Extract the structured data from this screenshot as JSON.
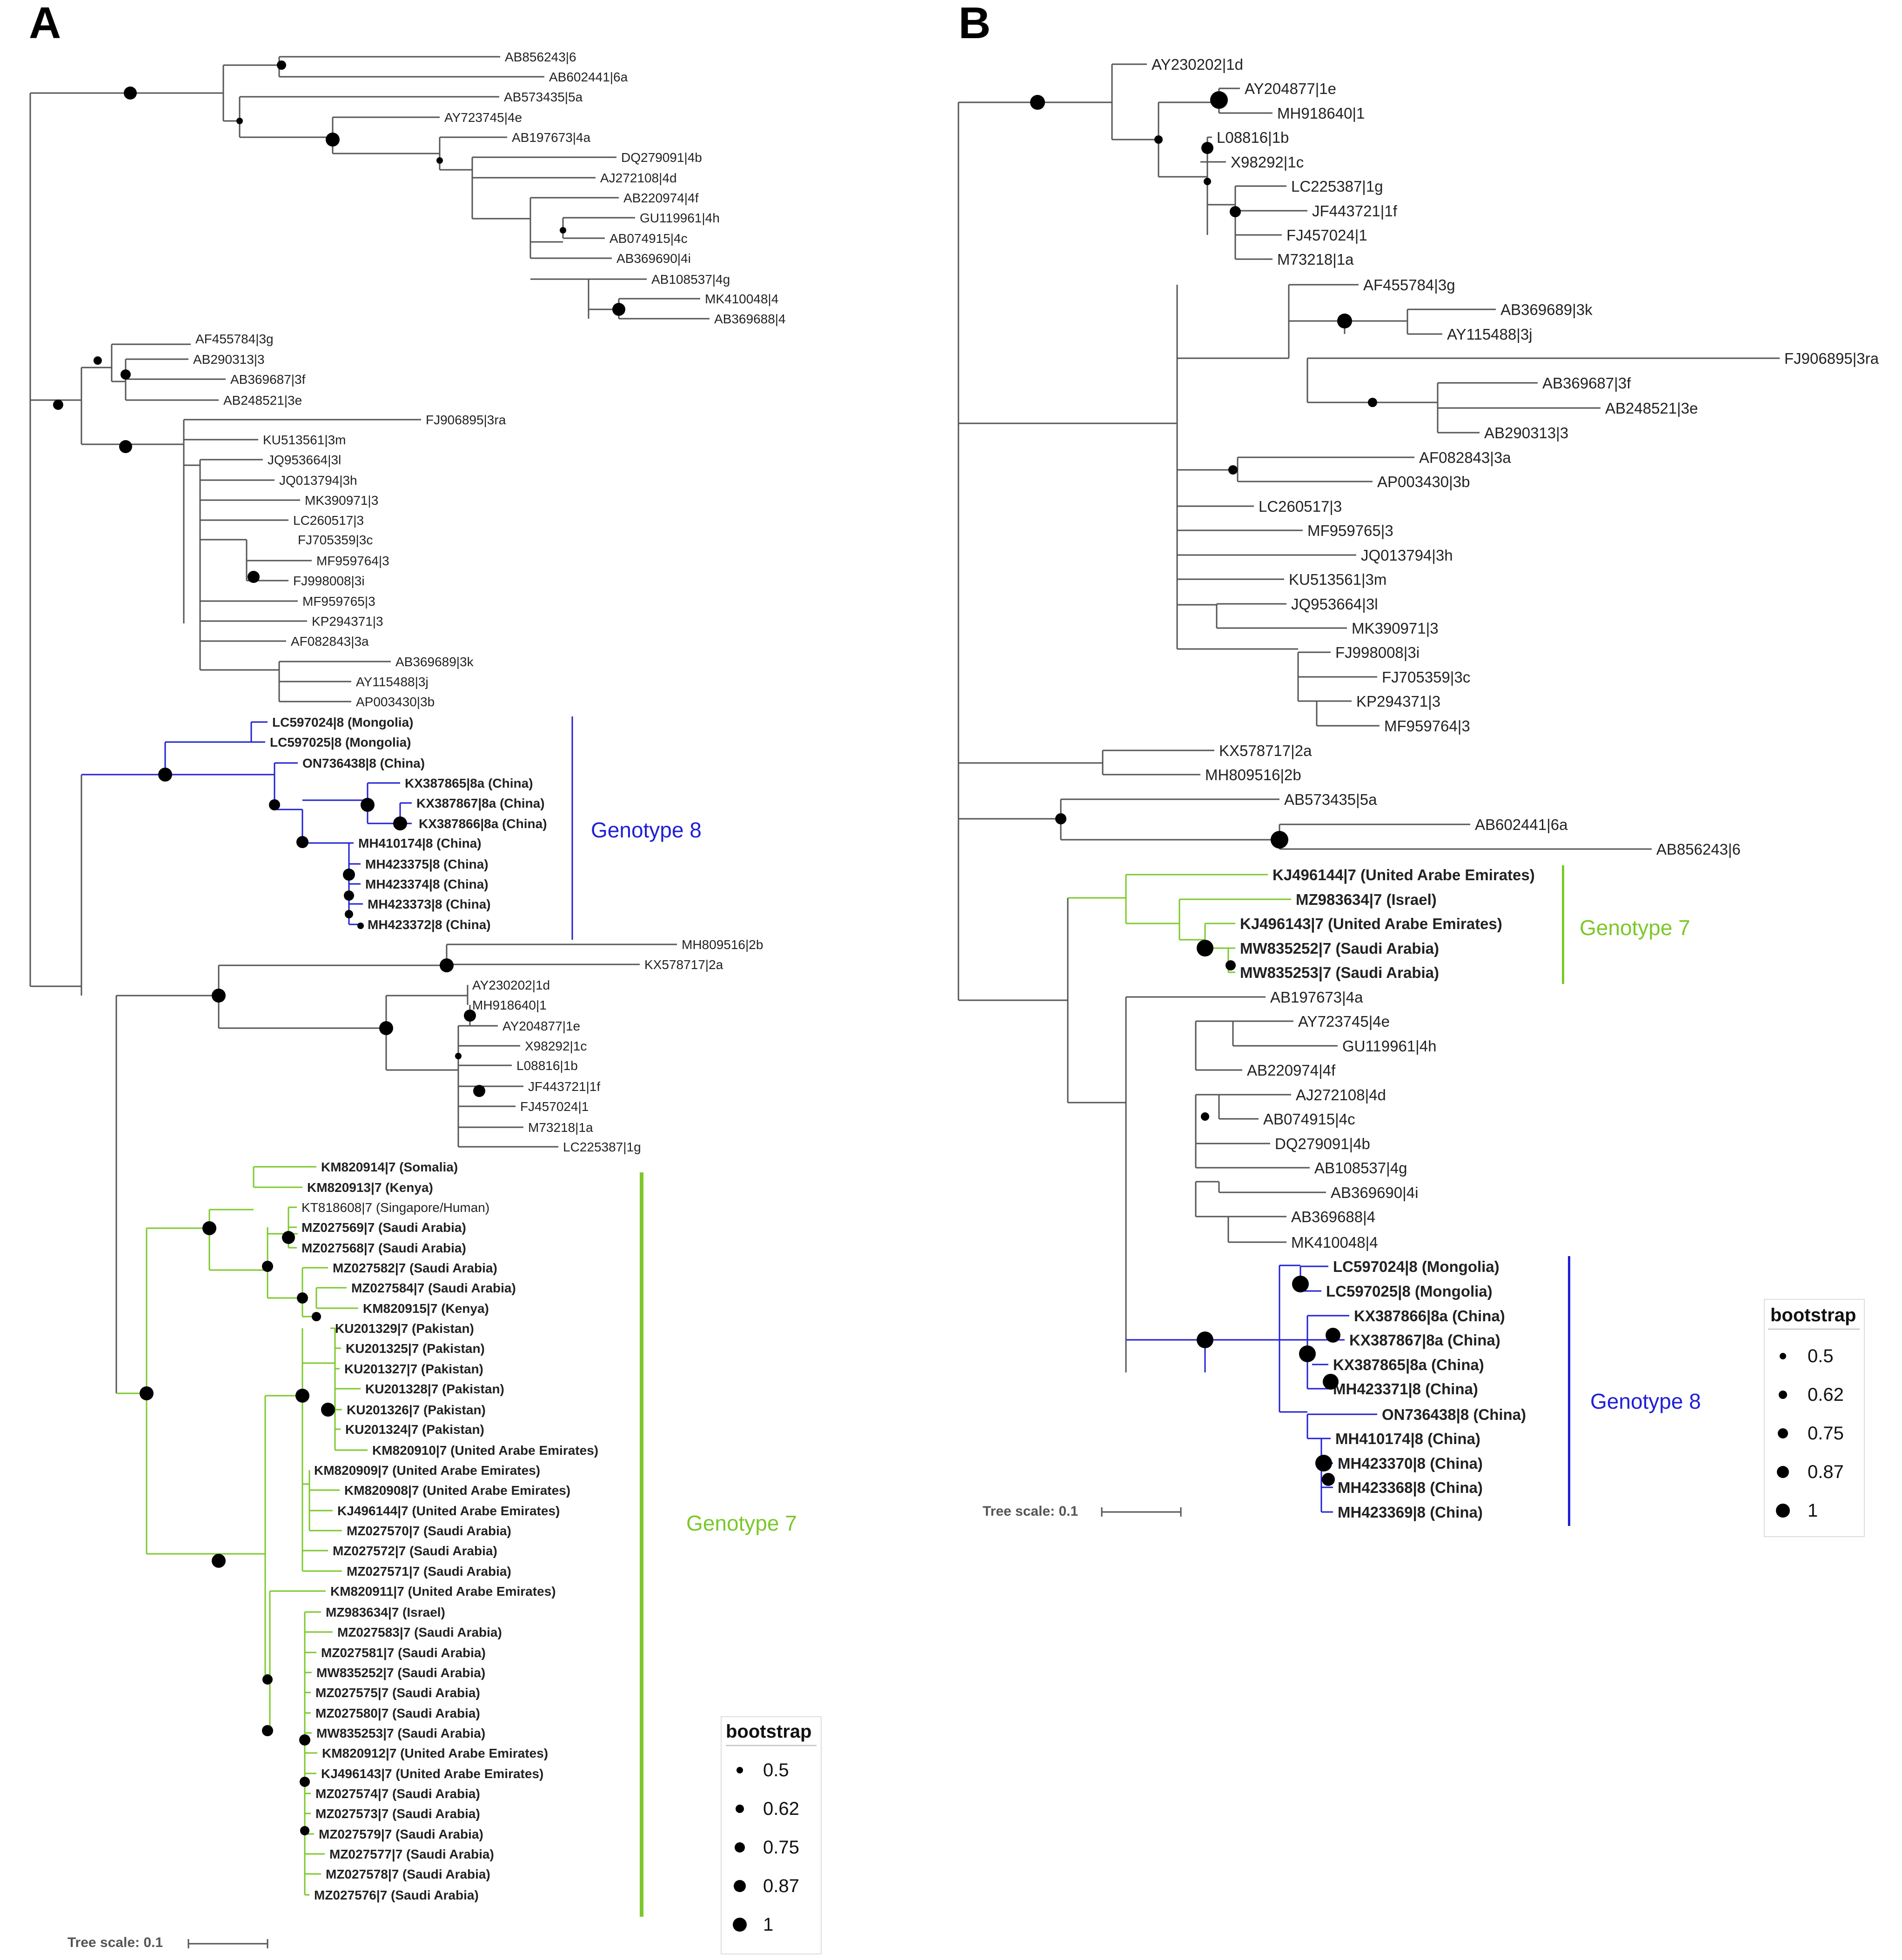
{
  "panels": [
    {
      "id": "A",
      "letter": "A",
      "color": "#555555",
      "scale_label": "Tree scale: 0.1",
      "legend": {
        "title": "bootstrap",
        "values": [
          "0.5",
          "0.62",
          "0.75",
          "0.87",
          "1"
        ]
      },
      "leaves": [
        {
          "label": "AB856243|6",
          "bold": false,
          "color": "#555555"
        },
        {
          "label": "AB602441|6a",
          "bold": false,
          "color": "#555555"
        },
        {
          "label": "AB573435|5a",
          "bold": false,
          "color": "#555555"
        },
        {
          "label": "AY723745|4e",
          "bold": false,
          "color": "#555555"
        },
        {
          "label": "AB197673|4a",
          "bold": false,
          "color": "#555555"
        },
        {
          "label": "DQ279091|4b",
          "bold": false,
          "color": "#555555"
        },
        {
          "label": "AJ272108|4d",
          "bold": false,
          "color": "#555555"
        },
        {
          "label": "AB220974|4f",
          "bold": false,
          "color": "#555555"
        },
        {
          "label": "GU119961|4h",
          "bold": false,
          "color": "#555555"
        },
        {
          "label": "AB074915|4c",
          "bold": false,
          "color": "#555555"
        },
        {
          "label": "AB369690|4i",
          "bold": false,
          "color": "#555555"
        },
        {
          "label": "AB108537|4g",
          "bold": false,
          "color": "#555555"
        },
        {
          "label": "MK410048|4",
          "bold": false,
          "color": "#555555"
        },
        {
          "label": "AB369688|4",
          "bold": false,
          "color": "#555555"
        },
        {
          "label": "AF455784|3g",
          "bold": false,
          "color": "#555555"
        },
        {
          "label": "AB290313|3",
          "bold": false,
          "color": "#555555"
        },
        {
          "label": "AB369687|3f",
          "bold": false,
          "color": "#555555"
        },
        {
          "label": "AB248521|3e",
          "bold": false,
          "color": "#555555"
        },
        {
          "label": "FJ906895|3ra",
          "bold": false,
          "color": "#555555"
        },
        {
          "label": "KU513561|3m",
          "bold": false,
          "color": "#555555"
        },
        {
          "label": "JQ953664|3l",
          "bold": false,
          "color": "#555555"
        },
        {
          "label": "JQ013794|3h",
          "bold": false,
          "color": "#555555"
        },
        {
          "label": "MK390971|3",
          "bold": false,
          "color": "#555555"
        },
        {
          "label": "LC260517|3",
          "bold": false,
          "color": "#555555"
        },
        {
          "label": "FJ705359|3c",
          "bold": false,
          "color": "#555555"
        },
        {
          "label": "MF959764|3",
          "bold": false,
          "color": "#555555"
        },
        {
          "label": "FJ998008|3i",
          "bold": false,
          "color": "#555555"
        },
        {
          "label": "MF959765|3",
          "bold": false,
          "color": "#555555"
        },
        {
          "label": "KP294371|3",
          "bold": false,
          "color": "#555555"
        },
        {
          "label": "AF082843|3a",
          "bold": false,
          "color": "#555555"
        },
        {
          "label": "AB369689|3k",
          "bold": false,
          "color": "#555555"
        },
        {
          "label": "AY115488|3j",
          "bold": false,
          "color": "#555555"
        },
        {
          "label": "AP003430|3b",
          "bold": false,
          "color": "#555555"
        },
        {
          "label": "LC597024|8 (Mongolia)",
          "bold": true,
          "color": "#1f1fd6"
        },
        {
          "label": "LC597025|8 (Mongolia)",
          "bold": true,
          "color": "#1f1fd6"
        },
        {
          "label": "ON736438|8 (China)",
          "bold": true,
          "color": "#1f1fd6"
        },
        {
          "label": "KX387865|8a (China)",
          "bold": true,
          "color": "#1f1fd6"
        },
        {
          "label": "KX387867|8a (China)",
          "bold": true,
          "color": "#1f1fd6"
        },
        {
          "label": "KX387866|8a (China)",
          "bold": true,
          "color": "#1f1fd6"
        },
        {
          "label": "MH410174|8 (China)",
          "bold": true,
          "color": "#1f1fd6"
        },
        {
          "label": "MH423375|8 (China)",
          "bold": true,
          "color": "#1f1fd6"
        },
        {
          "label": "MH423374|8 (China)",
          "bold": true,
          "color": "#1f1fd6"
        },
        {
          "label": "MH423373|8 (China)",
          "bold": true,
          "color": "#1f1fd6"
        },
        {
          "label": "MH423372|8 (China)",
          "bold": true,
          "color": "#1f1fd6"
        },
        {
          "label": "MH809516|2b",
          "bold": false,
          "color": "#555555"
        },
        {
          "label": "KX578717|2a",
          "bold": false,
          "color": "#555555"
        },
        {
          "label": "AY230202|1d",
          "bold": false,
          "color": "#555555"
        },
        {
          "label": "MH918640|1",
          "bold": false,
          "color": "#555555"
        },
        {
          "label": "AY204877|1e",
          "bold": false,
          "color": "#555555"
        },
        {
          "label": "X98292|1c",
          "bold": false,
          "color": "#555555"
        },
        {
          "label": "L08816|1b",
          "bold": false,
          "color": "#555555"
        },
        {
          "label": "JF443721|1f",
          "bold": false,
          "color": "#555555"
        },
        {
          "label": "FJ457024|1",
          "bold": false,
          "color": "#555555"
        },
        {
          "label": "M73218|1a",
          "bold": false,
          "color": "#555555"
        },
        {
          "label": "LC225387|1g",
          "bold": false,
          "color": "#555555"
        },
        {
          "label": "KM820914|7 (Somalia)",
          "bold": true,
          "color": "#7bc82a"
        },
        {
          "label": "KM820913|7 (Kenya)",
          "bold": true,
          "color": "#7bc82a"
        },
        {
          "label": "KT818608|7 (Singapore/Human)",
          "bold": false,
          "color": "#7bc82a"
        },
        {
          "label": "MZ027569|7 (Saudi Arabia)",
          "bold": true,
          "color": "#7bc82a"
        },
        {
          "label": "MZ027568|7 (Saudi Arabia)",
          "bold": true,
          "color": "#7bc82a"
        },
        {
          "label": "MZ027582|7 (Saudi Arabia)",
          "bold": true,
          "color": "#7bc82a"
        },
        {
          "label": "MZ027584|7 (Saudi Arabia)",
          "bold": true,
          "color": "#7bc82a"
        },
        {
          "label": "KM820915|7 (Kenya)",
          "bold": true,
          "color": "#7bc82a"
        },
        {
          "label": "KU201329|7 (Pakistan)",
          "bold": true,
          "color": "#7bc82a"
        },
        {
          "label": "KU201325|7 (Pakistan)",
          "bold": true,
          "color": "#7bc82a"
        },
        {
          "label": "KU201327|7 (Pakistan)",
          "bold": true,
          "color": "#7bc82a"
        },
        {
          "label": "KU201328|7 (Pakistan)",
          "bold": true,
          "color": "#7bc82a"
        },
        {
          "label": "KU201326|7 (Pakistan)",
          "bold": true,
          "color": "#7bc82a"
        },
        {
          "label": "KU201324|7 (Pakistan)",
          "bold": true,
          "color": "#7bc82a"
        },
        {
          "label": "KM820910|7 (United Arabe Emirates)",
          "bold": true,
          "color": "#7bc82a"
        },
        {
          "label": "KM820909|7 (United Arabe Emirates)",
          "bold": true,
          "color": "#7bc82a"
        },
        {
          "label": "KM820908|7 (United Arabe Emirates)",
          "bold": true,
          "color": "#7bc82a"
        },
        {
          "label": "KJ496144|7 (United Arabe Emirates)",
          "bold": true,
          "color": "#7bc82a"
        },
        {
          "label": "MZ027570|7 (Saudi Arabia)",
          "bold": true,
          "color": "#7bc82a"
        },
        {
          "label": "MZ027572|7 (Saudi Arabia)",
          "bold": true,
          "color": "#7bc82a"
        },
        {
          "label": "MZ027571|7 (Saudi Arabia)",
          "bold": true,
          "color": "#7bc82a"
        },
        {
          "label": "KM820911|7 (United Arabe Emirates)",
          "bold": true,
          "color": "#7bc82a"
        },
        {
          "label": "MZ983634|7 (Israel)",
          "bold": true,
          "color": "#7bc82a"
        },
        {
          "label": "MZ027583|7 (Saudi Arabia)",
          "bold": true,
          "color": "#7bc82a"
        },
        {
          "label": "MZ027581|7 (Saudi Arabia)",
          "bold": true,
          "color": "#7bc82a"
        },
        {
          "label": "MW835252|7 (Saudi Arabia)",
          "bold": true,
          "color": "#7bc82a"
        },
        {
          "label": "MZ027575|7 (Saudi Arabia)",
          "bold": true,
          "color": "#7bc82a"
        },
        {
          "label": "MZ027580|7 (Saudi Arabia)",
          "bold": true,
          "color": "#7bc82a"
        },
        {
          "label": "MW835253|7 (Saudi Arabia)",
          "bold": true,
          "color": "#7bc82a"
        },
        {
          "label": "KM820912|7 (United Arabe Emirates)",
          "bold": true,
          "color": "#7bc82a"
        },
        {
          "label": "KJ496143|7 (United Arabe Emirates)",
          "bold": true,
          "color": "#7bc82a"
        },
        {
          "label": "MZ027574|7 (Saudi Arabia)",
          "bold": true,
          "color": "#7bc82a"
        },
        {
          "label": "MZ027573|7 (Saudi Arabia)",
          "bold": true,
          "color": "#7bc82a"
        },
        {
          "label": "MZ027579|7 (Saudi Arabia)",
          "bold": true,
          "color": "#7bc82a"
        },
        {
          "label": "MZ027577|7 (Saudi Arabia)",
          "bold": true,
          "color": "#7bc82a"
        },
        {
          "label": "MZ027578|7 (Saudi Arabia)",
          "bold": true,
          "color": "#7bc82a"
        },
        {
          "label": "MZ027576|7 (Saudi Arabia)",
          "bold": true,
          "color": "#7bc82a"
        }
      ],
      "genotypes": [
        {
          "label": "Genotype 8",
          "color": "#1f1fd6"
        },
        {
          "label": "Genotype 7",
          "color": "#7bc82a"
        }
      ]
    },
    {
      "id": "B",
      "letter": "B",
      "color": "#555555",
      "scale_label": "Tree scale: 0.1",
      "legend": {
        "title": "bootstrap",
        "values": [
          "0.5",
          "0.62",
          "0.75",
          "0.87",
          "1"
        ]
      },
      "leaves": [
        {
          "label": "AY230202|1d",
          "bold": false,
          "color": "#555555"
        },
        {
          "label": "AY204877|1e",
          "bold": false,
          "color": "#555555"
        },
        {
          "label": "MH918640|1",
          "bold": false,
          "color": "#555555"
        },
        {
          "label": "L08816|1b",
          "bold": false,
          "color": "#555555"
        },
        {
          "label": "X98292|1c",
          "bold": false,
          "color": "#555555"
        },
        {
          "label": "LC225387|1g",
          "bold": false,
          "color": "#555555"
        },
        {
          "label": "JF443721|1f",
          "bold": false,
          "color": "#555555"
        },
        {
          "label": "FJ457024|1",
          "bold": false,
          "color": "#555555"
        },
        {
          "label": "M73218|1a",
          "bold": false,
          "color": "#555555"
        },
        {
          "label": "AF455784|3g",
          "bold": false,
          "color": "#555555"
        },
        {
          "label": "AB369689|3k",
          "bold": false,
          "color": "#555555"
        },
        {
          "label": "AY115488|3j",
          "bold": false,
          "color": "#555555"
        },
        {
          "label": "FJ906895|3ra",
          "bold": false,
          "color": "#555555"
        },
        {
          "label": "AB369687|3f",
          "bold": false,
          "color": "#555555"
        },
        {
          "label": "AB248521|3e",
          "bold": false,
          "color": "#555555"
        },
        {
          "label": "AB290313|3",
          "bold": false,
          "color": "#555555"
        },
        {
          "label": "AF082843|3a",
          "bold": false,
          "color": "#555555"
        },
        {
          "label": "AP003430|3b",
          "bold": false,
          "color": "#555555"
        },
        {
          "label": "LC260517|3",
          "bold": false,
          "color": "#555555"
        },
        {
          "label": "MF959765|3",
          "bold": false,
          "color": "#555555"
        },
        {
          "label": "JQ013794|3h",
          "bold": false,
          "color": "#555555"
        },
        {
          "label": "KU513561|3m",
          "bold": false,
          "color": "#555555"
        },
        {
          "label": "JQ953664|3l",
          "bold": false,
          "color": "#555555"
        },
        {
          "label": "MK390971|3",
          "bold": false,
          "color": "#555555"
        },
        {
          "label": "FJ998008|3i",
          "bold": false,
          "color": "#555555"
        },
        {
          "label": "FJ705359|3c",
          "bold": false,
          "color": "#555555"
        },
        {
          "label": "KP294371|3",
          "bold": false,
          "color": "#555555"
        },
        {
          "label": "MF959764|3",
          "bold": false,
          "color": "#555555"
        },
        {
          "label": "KX578717|2a",
          "bold": false,
          "color": "#555555"
        },
        {
          "label": "MH809516|2b",
          "bold": false,
          "color": "#555555"
        },
        {
          "label": "AB573435|5a",
          "bold": false,
          "color": "#555555"
        },
        {
          "label": "AB602441|6a",
          "bold": false,
          "color": "#555555"
        },
        {
          "label": "AB856243|6",
          "bold": false,
          "color": "#555555"
        },
        {
          "label": "KJ496144|7 (United Arabe Emirates)",
          "bold": true,
          "color": "#7bc82a"
        },
        {
          "label": "MZ983634|7 (Israel)",
          "bold": true,
          "color": "#7bc82a"
        },
        {
          "label": "KJ496143|7 (United Arabe Emirates)",
          "bold": true,
          "color": "#7bc82a"
        },
        {
          "label": "MW835252|7 (Saudi Arabia)",
          "bold": true,
          "color": "#7bc82a"
        },
        {
          "label": "MW835253|7 (Saudi Arabia)",
          "bold": true,
          "color": "#7bc82a"
        },
        {
          "label": "AB197673|4a",
          "bold": false,
          "color": "#555555"
        },
        {
          "label": "AY723745|4e",
          "bold": false,
          "color": "#555555"
        },
        {
          "label": "GU119961|4h",
          "bold": false,
          "color": "#555555"
        },
        {
          "label": "AB220974|4f",
          "bold": false,
          "color": "#555555"
        },
        {
          "label": "AJ272108|4d",
          "bold": false,
          "color": "#555555"
        },
        {
          "label": "AB074915|4c",
          "bold": false,
          "color": "#555555"
        },
        {
          "label": "DQ279091|4b",
          "bold": false,
          "color": "#555555"
        },
        {
          "label": "AB108537|4g",
          "bold": false,
          "color": "#555555"
        },
        {
          "label": "AB369690|4i",
          "bold": false,
          "color": "#555555"
        },
        {
          "label": "AB369688|4",
          "bold": false,
          "color": "#555555"
        },
        {
          "label": "MK410048|4",
          "bold": false,
          "color": "#555555"
        },
        {
          "label": "LC597024|8 (Mongolia)",
          "bold": true,
          "color": "#1f1fd6"
        },
        {
          "label": "LC597025|8 (Mongolia)",
          "bold": true,
          "color": "#1f1fd6"
        },
        {
          "label": "KX387866|8a (China)",
          "bold": true,
          "color": "#1f1fd6"
        },
        {
          "label": "KX387867|8a (China)",
          "bold": true,
          "color": "#1f1fd6"
        },
        {
          "label": "KX387865|8a (China)",
          "bold": true,
          "color": "#1f1fd6"
        },
        {
          "label": "MH423371|8 (China)",
          "bold": true,
          "color": "#1f1fd6"
        },
        {
          "label": "ON736438|8 (China)",
          "bold": true,
          "color": "#1f1fd6"
        },
        {
          "label": "MH410174|8 (China)",
          "bold": true,
          "color": "#1f1fd6"
        },
        {
          "label": "MH423370|8 (China)",
          "bold": true,
          "color": "#1f1fd6"
        },
        {
          "label": "MH423368|8 (China)",
          "bold": true,
          "color": "#1f1fd6"
        },
        {
          "label": "MH423369|8 (China)",
          "bold": true,
          "color": "#1f1fd6"
        }
      ],
      "genotypes": [
        {
          "label": "Genotype 7",
          "color": "#7bc82a"
        },
        {
          "label": "Genotype 8",
          "color": "#1f1fd6"
        }
      ]
    }
  ]
}
